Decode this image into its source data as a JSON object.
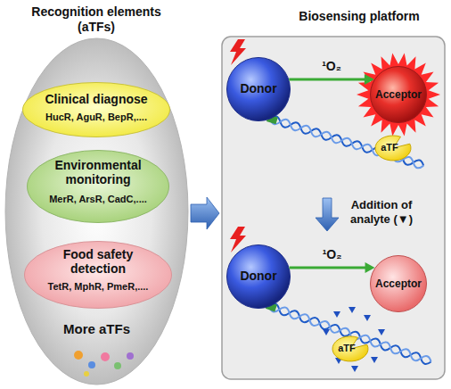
{
  "diagram": {
    "nodes": [
      {
        "text": [
          "Recognition elements (aTFs)",
          "More aTFs"
        ]
      },
      {
        "text": [
          "Clinical diagnose",
          "HucR, AguR, BepR,...."
        ],
        "in": 0
      },
      {
        "text": [
          "Environmental monitoring",
          "MerR, ArsR, CadC,...."
        ],
        "in": 0
      },
      {
        "text": [
          "Food safety detection",
          "TetR, MphR, PmeR,...."
        ],
        "in": 0
      },
      {
        "text": [
          "Biosensing platform"
        ]
      },
      {
        "text": [
          "Donor"
        ],
        "in": 4
      },
      {
        "text": [
          "Acceptor"
        ],
        "in": 4
      },
      {
        "text": [
          "aTF"
        ],
        "in": 4
      },
      {
        "text": [
          "Donor"
        ],
        "in": 4
      },
      {
        "text": [
          "Acceptor"
        ],
        "in": 4
      },
      {
        "text": [
          "aTF"
        ],
        "in": 4
      }
    ],
    "edges": [
      {
        "from": 0,
        "to": 4,
        "arrow": "to"
      },
      {
        "from": 5,
        "to": 6,
        "label": "¹O₂",
        "arrow": "to"
      },
      {
        "from": 8,
        "to": 9,
        "label": "¹O₂",
        "arrow": "to"
      }
    ],
    "labels": [
      "Addition of analyte (▼)"
    ]
  }
}
